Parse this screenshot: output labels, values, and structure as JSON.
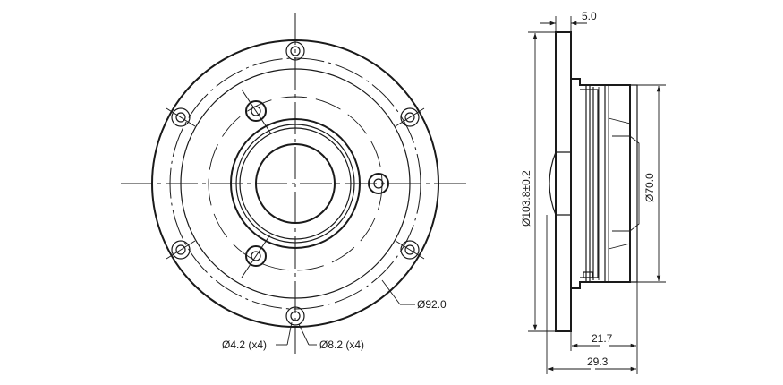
{
  "dimensions": {
    "flange_thickness": "5.0",
    "flange_diameter": "Ø103.8±0.2",
    "body_diameter": "Ø70.0",
    "bolt_circle": "Ø92.0",
    "hole_small": "Ø4.2 (x4)",
    "hole_large": "Ø8.2 (x4)",
    "depth_body": "21.7",
    "depth_total": "29.3"
  },
  "colors": {
    "line": "#1a1a1a",
    "background": "#ffffff"
  }
}
